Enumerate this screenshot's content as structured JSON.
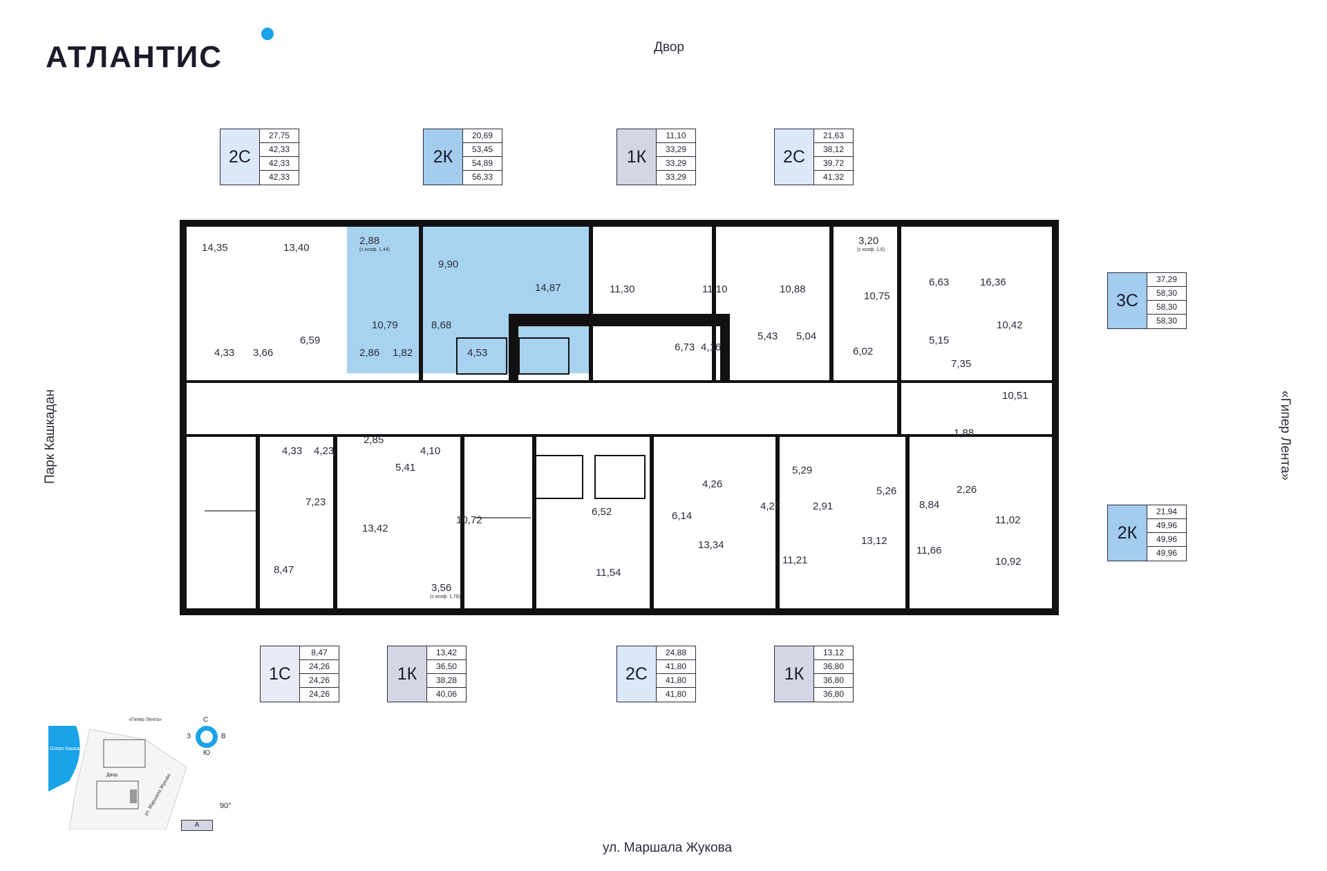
{
  "logo": "АТЛАНТИС",
  "labels": {
    "top": "Двор",
    "bottom": "ул. Маршала Жукова",
    "left": "Парк Кашкадан",
    "right": "«Гипер Лента»"
  },
  "colors": {
    "2K": "#a3ccee",
    "1K": "#d4d6e6",
    "2C": "#dbe9f7",
    "1C": "#e8ebf5",
    "3C": "#a3ccee",
    "highlight": "#a8d3f0",
    "accent": "#1aa3e8"
  },
  "legends": [
    {
      "id": "l1",
      "code": "2С",
      "vals": [
        "27,75",
        "42,33",
        "42,33",
        "42,33"
      ],
      "color": "#dbe9f7"
    },
    {
      "id": "l2",
      "code": "2К",
      "vals": [
        "20,69",
        "53,45",
        "54,89",
        "56,33"
      ],
      "color": "#a3ccee"
    },
    {
      "id": "l3",
      "code": "1К",
      "vals": [
        "11,10",
        "33,29",
        "33,29",
        "33,29"
      ],
      "color": "#d4d6e6"
    },
    {
      "id": "l4",
      "code": "2С",
      "vals": [
        "21,63",
        "38,12",
        "39,72",
        "41,32"
      ],
      "color": "#dbe9f7"
    },
    {
      "id": "l5",
      "code": "3С",
      "vals": [
        "37,29",
        "58,30",
        "58,30",
        "58,30"
      ],
      "color": "#a3ccee"
    },
    {
      "id": "l6",
      "code": "2К",
      "vals": [
        "21,94",
        "49,96",
        "49,96",
        "49,96"
      ],
      "color": "#a3ccee"
    },
    {
      "id": "l7",
      "code": "1С",
      "vals": [
        "8,47",
        "24,26",
        "24,26",
        "24,26"
      ],
      "color": "#e8ebf5"
    },
    {
      "id": "l8",
      "code": "1К",
      "vals": [
        "13,42",
        "36,50",
        "38,28",
        "40,06"
      ],
      "color": "#d4d6e6"
    },
    {
      "id": "l9",
      "code": "2С",
      "vals": [
        "24,88",
        "41,80",
        "41,80",
        "41,80"
      ],
      "color": "#dbe9f7"
    },
    {
      "id": "l10",
      "code": "1К",
      "vals": [
        "13,12",
        "36,80",
        "36,80",
        "36,80"
      ],
      "color": "#d4d6e6"
    }
  ],
  "rooms": [
    "14,35",
    "13,40",
    "2,88",
    "(с коэф. 1,44)",
    "9,90",
    "14,87",
    "11,30",
    "11,10",
    "10,88",
    "3,20",
    "(с коэф. 1,6)",
    "10,75",
    "6,63",
    "16,36",
    "10,42",
    "10,79",
    "8,68",
    "4,33",
    "3,66",
    "6,59",
    "2,86",
    "1,82",
    "4,53",
    "6,73",
    "4,16",
    "5,43",
    "5,04",
    "6,02",
    "5,15",
    "7,35",
    "10,51",
    "1,88",
    "4,33",
    "4,23",
    "2,85",
    "4,10",
    "5,41",
    "7,23",
    "13,42",
    "10,72",
    "8,47",
    "3,56",
    "(с коэф. 1,78)",
    "6,52",
    "11,54",
    "4,26",
    "6,14",
    "13,34",
    "5,29",
    "4,27",
    "2,91",
    "11,21",
    "5,26",
    "8,84",
    "13,12",
    "11,66",
    "2,26",
    "11,02",
    "10,92"
  ],
  "compass": {
    "n": "С",
    "s": "Ю",
    "w": "З",
    "e": "В"
  },
  "minimap": {
    "lake": "Озеро Кашкадан",
    "yard": "Двор",
    "road": "ул. Маршала Жукова",
    "store": "«Гипер Лента»",
    "section": "А",
    "angle": "90°"
  }
}
